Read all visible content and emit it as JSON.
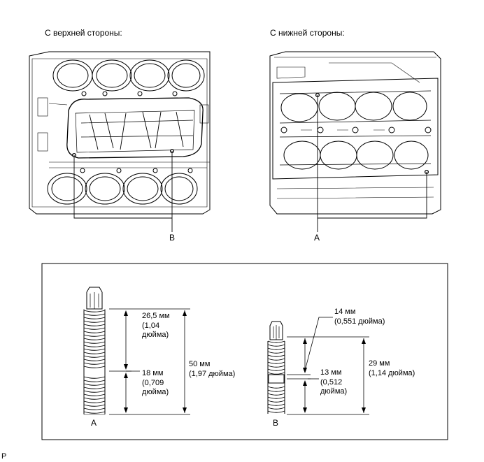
{
  "top_view": {
    "title": "С верхней стороны:",
    "callout": "B"
  },
  "bottom_view": {
    "title": "С нижней стороны:",
    "callout": "A"
  },
  "stud_a": {
    "letter": "A",
    "upper_dim": "26,5 мм\n(1,04\nдюйма)",
    "lower_dim": "18 мм\n(0,709\nдюйма)",
    "total_dim": "50 мм\n(1,97 дюйма)"
  },
  "stud_b": {
    "letter": "B",
    "top_dim": "14 мм\n(0,551 дюйма)",
    "mid_dim": "13 мм\n(0,512\nдюйма)",
    "total_dim": "29 мм\n(1,14 дюйма)"
  },
  "footer": {
    "code": "P"
  }
}
